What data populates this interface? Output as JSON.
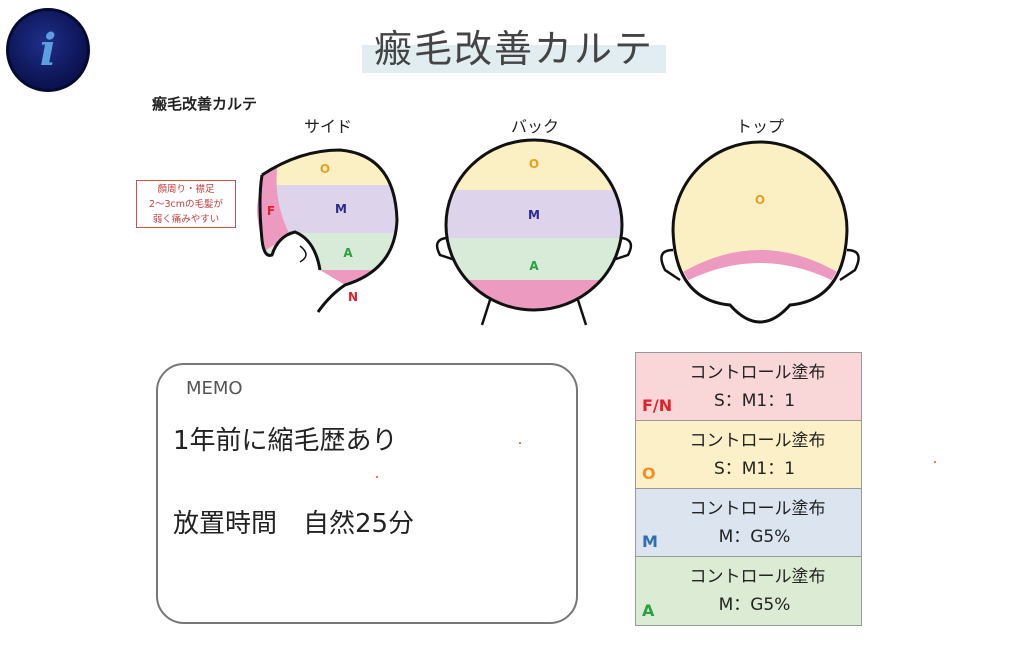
{
  "logo": {
    "letter": "i"
  },
  "title": "瘢毛改善カルテ",
  "subtitle": "瘢毛改善カルテ",
  "views": [
    {
      "label": "サイド"
    },
    {
      "label": "バック"
    },
    {
      "label": "トップ"
    }
  ],
  "zones": {
    "O": "O",
    "M": "M",
    "A": "A",
    "F": "F",
    "N": "N"
  },
  "note": [
    "顔周り・襟足",
    "2～3cmの毛髪が",
    "弱く痛みやすい"
  ],
  "memo": {
    "label": "MEMO",
    "line1": "1年前に縮毛歴あり",
    "line2": "放置時間　自然25分"
  },
  "table": [
    {
      "code": "F/N",
      "line1": "コントロール塗布",
      "line2": "S：M1：1",
      "bg": "#f9d6d8",
      "color": "#e0202a"
    },
    {
      "code": "O",
      "line1": "コントロール塗布",
      "line2": "S：M1：1",
      "bg": "#fbf0c8",
      "color": "#f0902a"
    },
    {
      "code": "M",
      "line1": "コントロール塗布",
      "line2": "M：G5%",
      "bg": "#dbe4ef",
      "color": "#2f6fb0"
    },
    {
      "code": "A",
      "line1": "コントロール塗布",
      "line2": "M：G5%",
      "bg": "#dcebd3",
      "color": "#2aa040"
    }
  ]
}
